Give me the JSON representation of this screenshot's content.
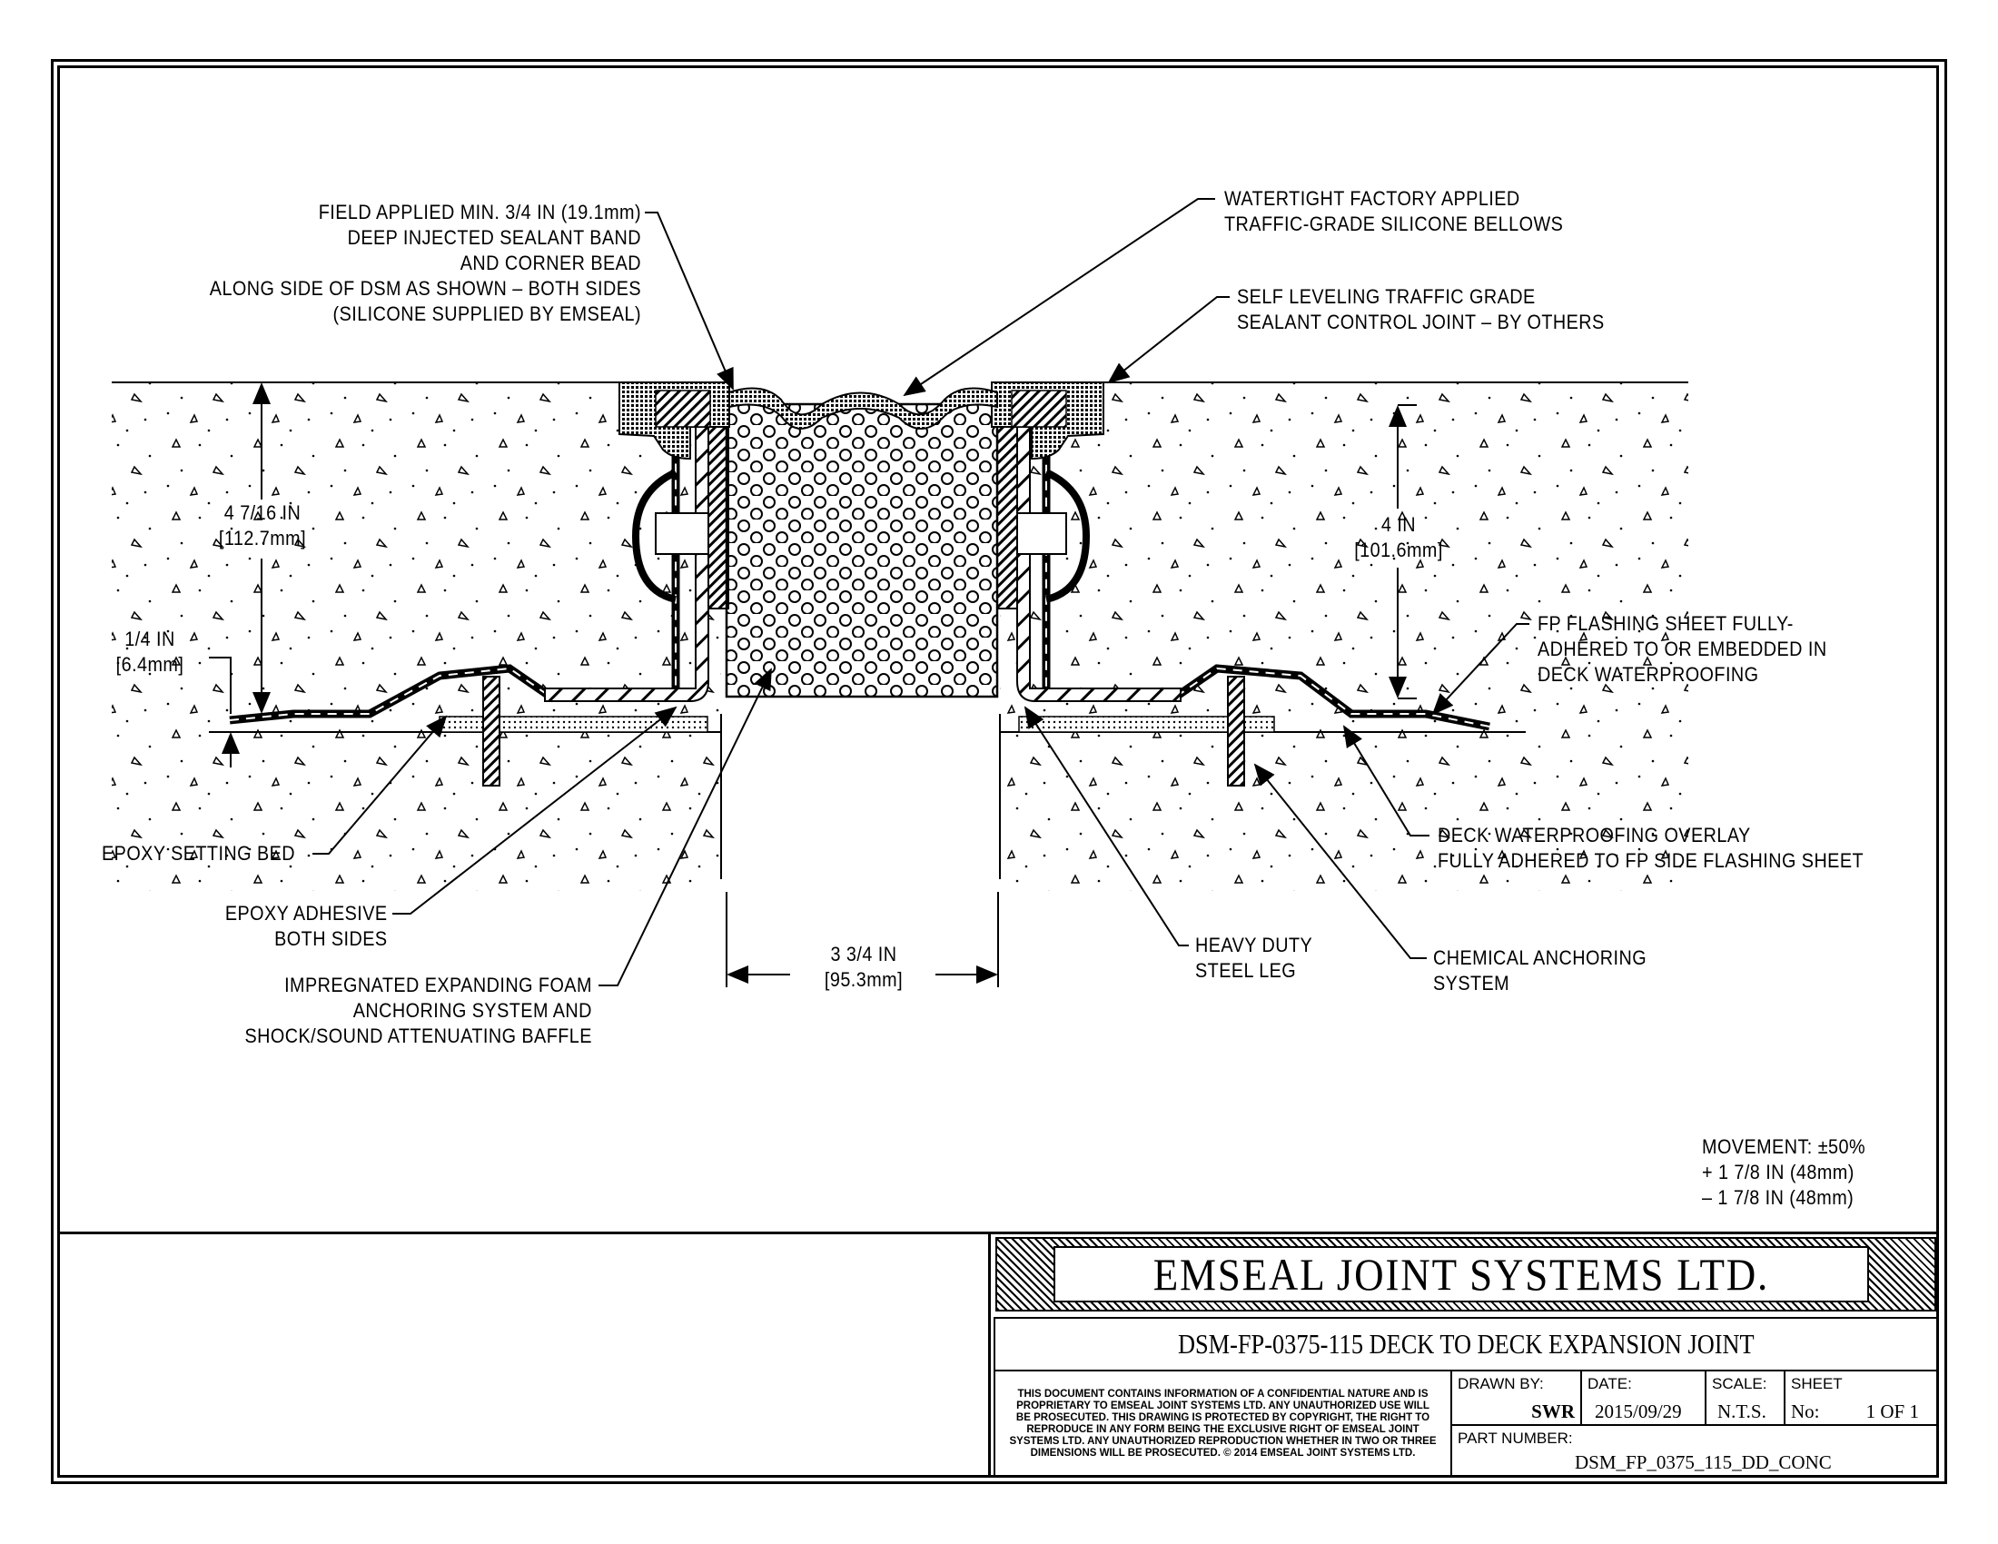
{
  "drawing": {
    "labels": {
      "field_sealant": [
        "FIELD APPLIED MIN. 3/4 IN (19.1mm)",
        "DEEP INJECTED SEALANT BAND",
        "AND CORNER BEAD",
        "ALONG SIDE OF DSM AS SHOWN – BOTH SIDES",
        "(SILICONE SUPPLIED BY EMSEAL)"
      ],
      "bellows": [
        "WATERTIGHT FACTORY APPLIED",
        "TRAFFIC-GRADE SILICONE BELLOWS"
      ],
      "self_leveling": [
        "SELF LEVELING TRAFFIC GRADE",
        "SEALANT CONTROL JOINT – BY OTHERS"
      ],
      "fp_flashing": [
        "FP FLASHING SHEET FULLY-",
        "ADHERED TO OR EMBEDDED IN",
        "DECK WATERPROOFING"
      ],
      "epoxy_setting_bed": "EPOXY SETTING BED",
      "epoxy_adhesive": [
        "EPOXY ADHESIVE",
        "BOTH SIDES"
      ],
      "foam": [
        "IMPREGNATED EXPANDING FOAM",
        "ANCHORING SYSTEM AND",
        "SHOCK/SOUND ATTENUATING BAFFLE"
      ],
      "steel_leg": [
        "HEAVY DUTY",
        "STEEL LEG"
      ],
      "deck_overlay": [
        "DECK WATERPROOFING OVERLAY",
        "FULLY ADHERED TO FP SIDE FLASHING SHEET"
      ],
      "chemical_anchor": [
        "CHEMICAL ANCHORING",
        "SYSTEM"
      ]
    },
    "dimensions": {
      "left_depth": [
        "4 7/16 IN",
        "[112.7mm]"
      ],
      "right_depth": [
        "4 IN",
        "[101.6mm]"
      ],
      "flange": [
        "1/4 IN",
        "[6.4mm]"
      ],
      "gap": [
        "3 3/4 IN",
        "[95.3mm]"
      ]
    },
    "movement": [
      "MOVEMENT: ±50%",
      "+ 1 7/8 IN (48mm)",
      "– 1 7/8 IN (48mm)"
    ]
  },
  "title_block": {
    "company": "EMSEAL JOINT SYSTEMS LTD.",
    "title": "DSM-FP-0375-115 DECK TO DECK EXPANSION JOINT",
    "legal": [
      "THIS DOCUMENT CONTAINS INFORMATION OF A CONFIDENTIAL NATURE AND IS",
      "PROPRIETARY TO EMSEAL JOINT SYSTEMS LTD. ANY UNAUTHORIZED USE WILL",
      "BE PROSECUTED. THIS DRAWING IS PROTECTED BY COPYRIGHT, THE RIGHT TO",
      "REPRODUCE IN ANY FORM BEING THE EXCLUSIVE RIGHT OF EMSEAL JOINT",
      "SYSTEMS LTD. ANY UNAUTHORIZED REPRODUCTION WHETHER IN TWO OR THREE",
      "DIMENSIONS WILL BE PROSECUTED. © 2014 EMSEAL JOINT SYSTEMS LTD."
    ],
    "drawn_by_label": "DRAWN BY:",
    "drawn_by": "SWR",
    "date_label": "DATE:",
    "date": "2015/09/29",
    "scale_label": "SCALE:",
    "scale": "N.T.S.",
    "sheet_label": "SHEET",
    "sheet_no_label": "No:",
    "sheet": "1 OF 1",
    "part_number_label": "PART NUMBER:",
    "part_number": "DSM_FP_0375_115_DD_CONC"
  }
}
